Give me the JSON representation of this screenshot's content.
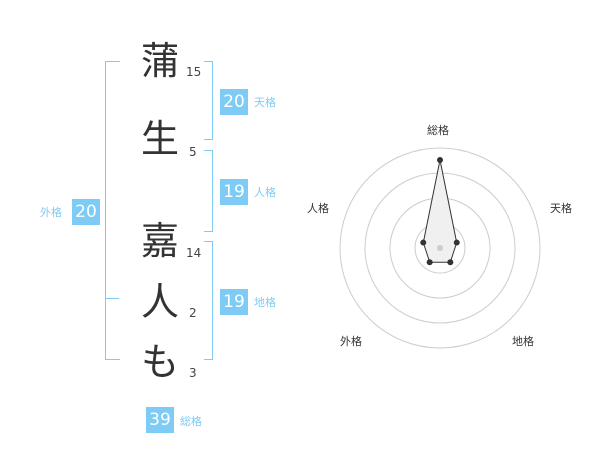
{
  "name": {
    "chars": [
      {
        "char": "蒲",
        "strokes": "15"
      },
      {
        "char": "生",
        "strokes": "5"
      },
      {
        "char": "嘉",
        "strokes": "14"
      },
      {
        "char": "人",
        "strokes": "2"
      },
      {
        "char": "も",
        "strokes": "3"
      }
    ]
  },
  "kaku": {
    "tenkaku": {
      "value": "20",
      "label": "天格"
    },
    "jinkaku": {
      "value": "19",
      "label": "人格"
    },
    "chikaku": {
      "value": "19",
      "label": "地格"
    },
    "gaikaku": {
      "value": "20",
      "label": "外格"
    },
    "soukaku": {
      "value": "39",
      "label": "総格"
    }
  },
  "colors": {
    "accent": "#7ecbf5",
    "text": "#333333"
  },
  "chart_data": {
    "type": "radar",
    "axes": [
      "総格",
      "天格",
      "地格",
      "外格",
      "人格"
    ],
    "values": [
      5,
      1,
      1,
      1,
      1
    ],
    "rmax": 5,
    "rings": 4
  }
}
